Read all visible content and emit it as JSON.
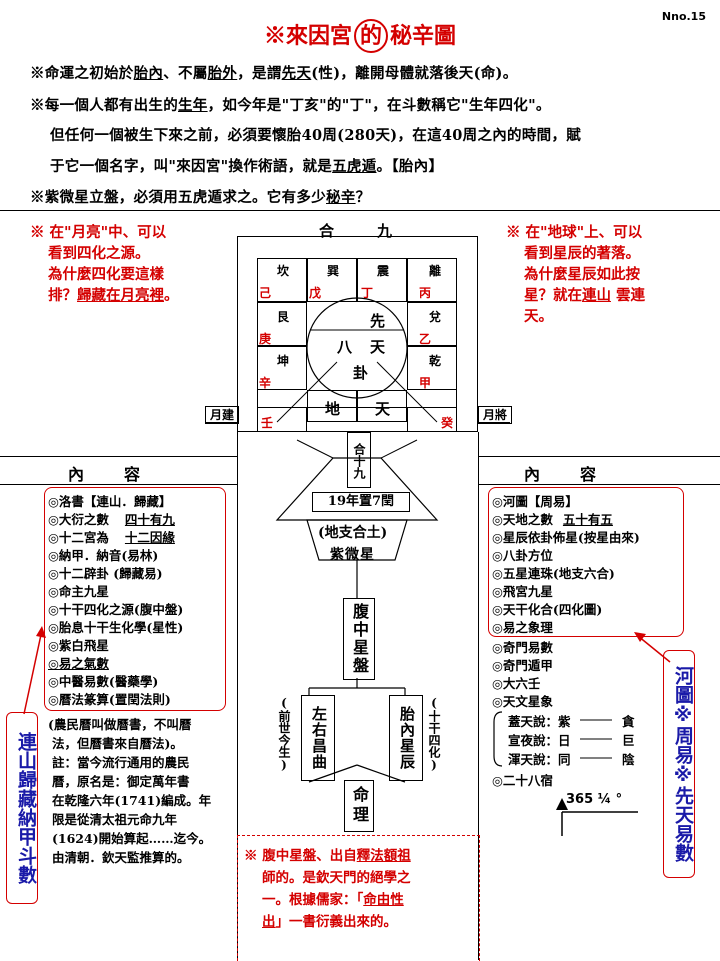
{
  "header": {
    "title_prefix": "※來因宮",
    "title_circled": "的",
    "title_suffix": "秘辛圖",
    "page_no": "Nno.15"
  },
  "intro": {
    "line1_a": "※命運之初始於",
    "line1_b": "胎內",
    "line1_c": "、不屬",
    "line1_d": "胎外",
    "line1_e": "，是謂",
    "line1_f": "先天",
    "line1_g": "(性)，離開母體就落後天(命)。",
    "line2_a": "※每一個人都有出生的",
    "line2_b": "生年",
    "line2_c": "，如今年是\"丁亥\"的\"丁\"，在斗數稱它\"生年四化\"。",
    "line3": "但任何一個被生下來之前，必須要懷胎40周(280天)，在這40周之內的時間，賦",
    "line4_a": "于它一個名字，叫\"來因宮\"換作術語，就是",
    "line4_b": "五虎遁",
    "line4_c": "。【胎內】",
    "line5_a": "※紫微星立盤，必須用五虎遁求之。它有多少",
    "line5_b": "秘辛",
    "line5_c": "？"
  },
  "left_note": {
    "l1": "※ 在\"月亮\"中、可以",
    "l2": "看到四化之源。",
    "l3": "為什麼四化要這樣",
    "l4a": "排？",
    "l4b": "歸藏在月亮裡",
    "l4c": "。"
  },
  "right_note": {
    "l1": "※ 在\"地球\"上、可以",
    "l2": "看到星辰的著落。",
    "l3": "為什麼星辰如此按",
    "l4a": "星？就在",
    "l4b": "連山",
    "l4c": " 雲連",
    "l5": "天。"
  },
  "bagua": {
    "top_label_a": "合",
    "top_label_b": "九",
    "trigrams_top": [
      "坎",
      "巽",
      "震",
      "離"
    ],
    "stems_top": [
      "己",
      "戊",
      "丁",
      "丙"
    ],
    "left_trigrams": [
      "艮",
      "坤"
    ],
    "left_stems": [
      "庚",
      "辛"
    ],
    "right_trigrams": [
      "兌",
      "乾"
    ],
    "right_stems": [
      "乙",
      "甲"
    ],
    "circle_xian": "先",
    "circle_ba": "八",
    "circle_tian": "天",
    "circle_gua": "卦",
    "bottom_di": "地",
    "bottom_tian": "天",
    "bottom_ren": "壬",
    "bottom_gui": "癸",
    "month_left": "月建",
    "month_right": "月將"
  },
  "center": {
    "he19": "合十九",
    "box1": "19年置7閏",
    "box2": "(地支合土)",
    "box3": "紫微星",
    "box4": "腹中星盤",
    "left_paren": "(前世今生)",
    "left_box": "左右昌曲",
    "right_box": "胎內星辰",
    "right_paren": "(十干四化)",
    "destiny": "命理"
  },
  "sections": {
    "left_heading": "內容",
    "right_heading": "內容"
  },
  "left_list": [
    "◎洛書【連山．歸藏】",
    "◎大衍之數",
    "◎十二宮為",
    "◎納甲．納音(易林)",
    "◎十二辟卦  (歸藏易)",
    "◎命主九星",
    "◎十干四化之源(腹中盤)",
    "◎胎息十干生化學(星性)",
    "◎紫白飛星",
    "◎易之氣數",
    "◎中醫易數(醫藥學)",
    "◎曆法篆算(置閏法則)"
  ],
  "left_list_extra": {
    "dayan": "四十有九",
    "gong12": "十二因緣"
  },
  "left_para": [
    "(農民曆叫做曆書，不叫曆",
    "法，但曆書來自曆法)。",
    "註：當今流行通用的農民",
    "曆，原名是：御定萬年書",
    "在乾隆六年(1741)編成。年",
    "限是從清太祖元命九年",
    "(1624)開始算起……迄今。",
    "由清朝．欽天監推算的。"
  ],
  "right_list": [
    "◎河圖【周易】",
    "◎天地之數",
    "◎星辰依卦佈星(按星由來)",
    "◎八卦方位",
    "◎五星連珠(地支六合)",
    "◎飛宮九星",
    "◎天干化合(四化圖)",
    "◎易之象理"
  ],
  "right_list_extra": {
    "tiandi": "五十有五"
  },
  "right_list2": [
    "◎奇門易數",
    "◎奇門遁甲",
    "◎大六壬",
    "◎天文星象"
  ],
  "astro": {
    "gai": "蓋天說：紫",
    "gai_end": "貪",
    "xuan": "宣夜說：日",
    "xuan_end": "巨",
    "hun": "渾天說：同",
    "hun_end": "陰",
    "lunar": "◎二十八宿",
    "days": "365 ¼ °"
  },
  "left_vertical": "連山歸藏納甲斗數",
  "right_vertical": "河圖※周易※先天易數",
  "bottom_note": {
    "l1a": "※ 腹中星盤、出自",
    "l1b": "釋法額祖",
    "l2": "師的。是欽天門的絕學之",
    "l3a": "一。根據儒家：「",
    "l3b": "命由性",
    "l4a": "出",
    "l4b": "」一書衍義出來的。"
  }
}
